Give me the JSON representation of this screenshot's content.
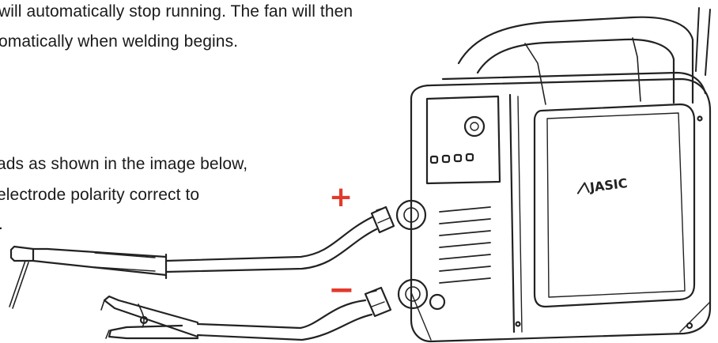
{
  "text": {
    "line1": "will automatically stop running. The fan will then",
    "line2": "omatically when welding begins.",
    "line3": "ads as shown in the image below,",
    "line4": "electrode polarity correct to",
    "line5": "."
  },
  "illustration": {
    "positive_sign": "+",
    "negative_sign": "−",
    "brand_logo": "JASIC",
    "sign_color": "#e23a2c",
    "line_color": "#222222"
  }
}
